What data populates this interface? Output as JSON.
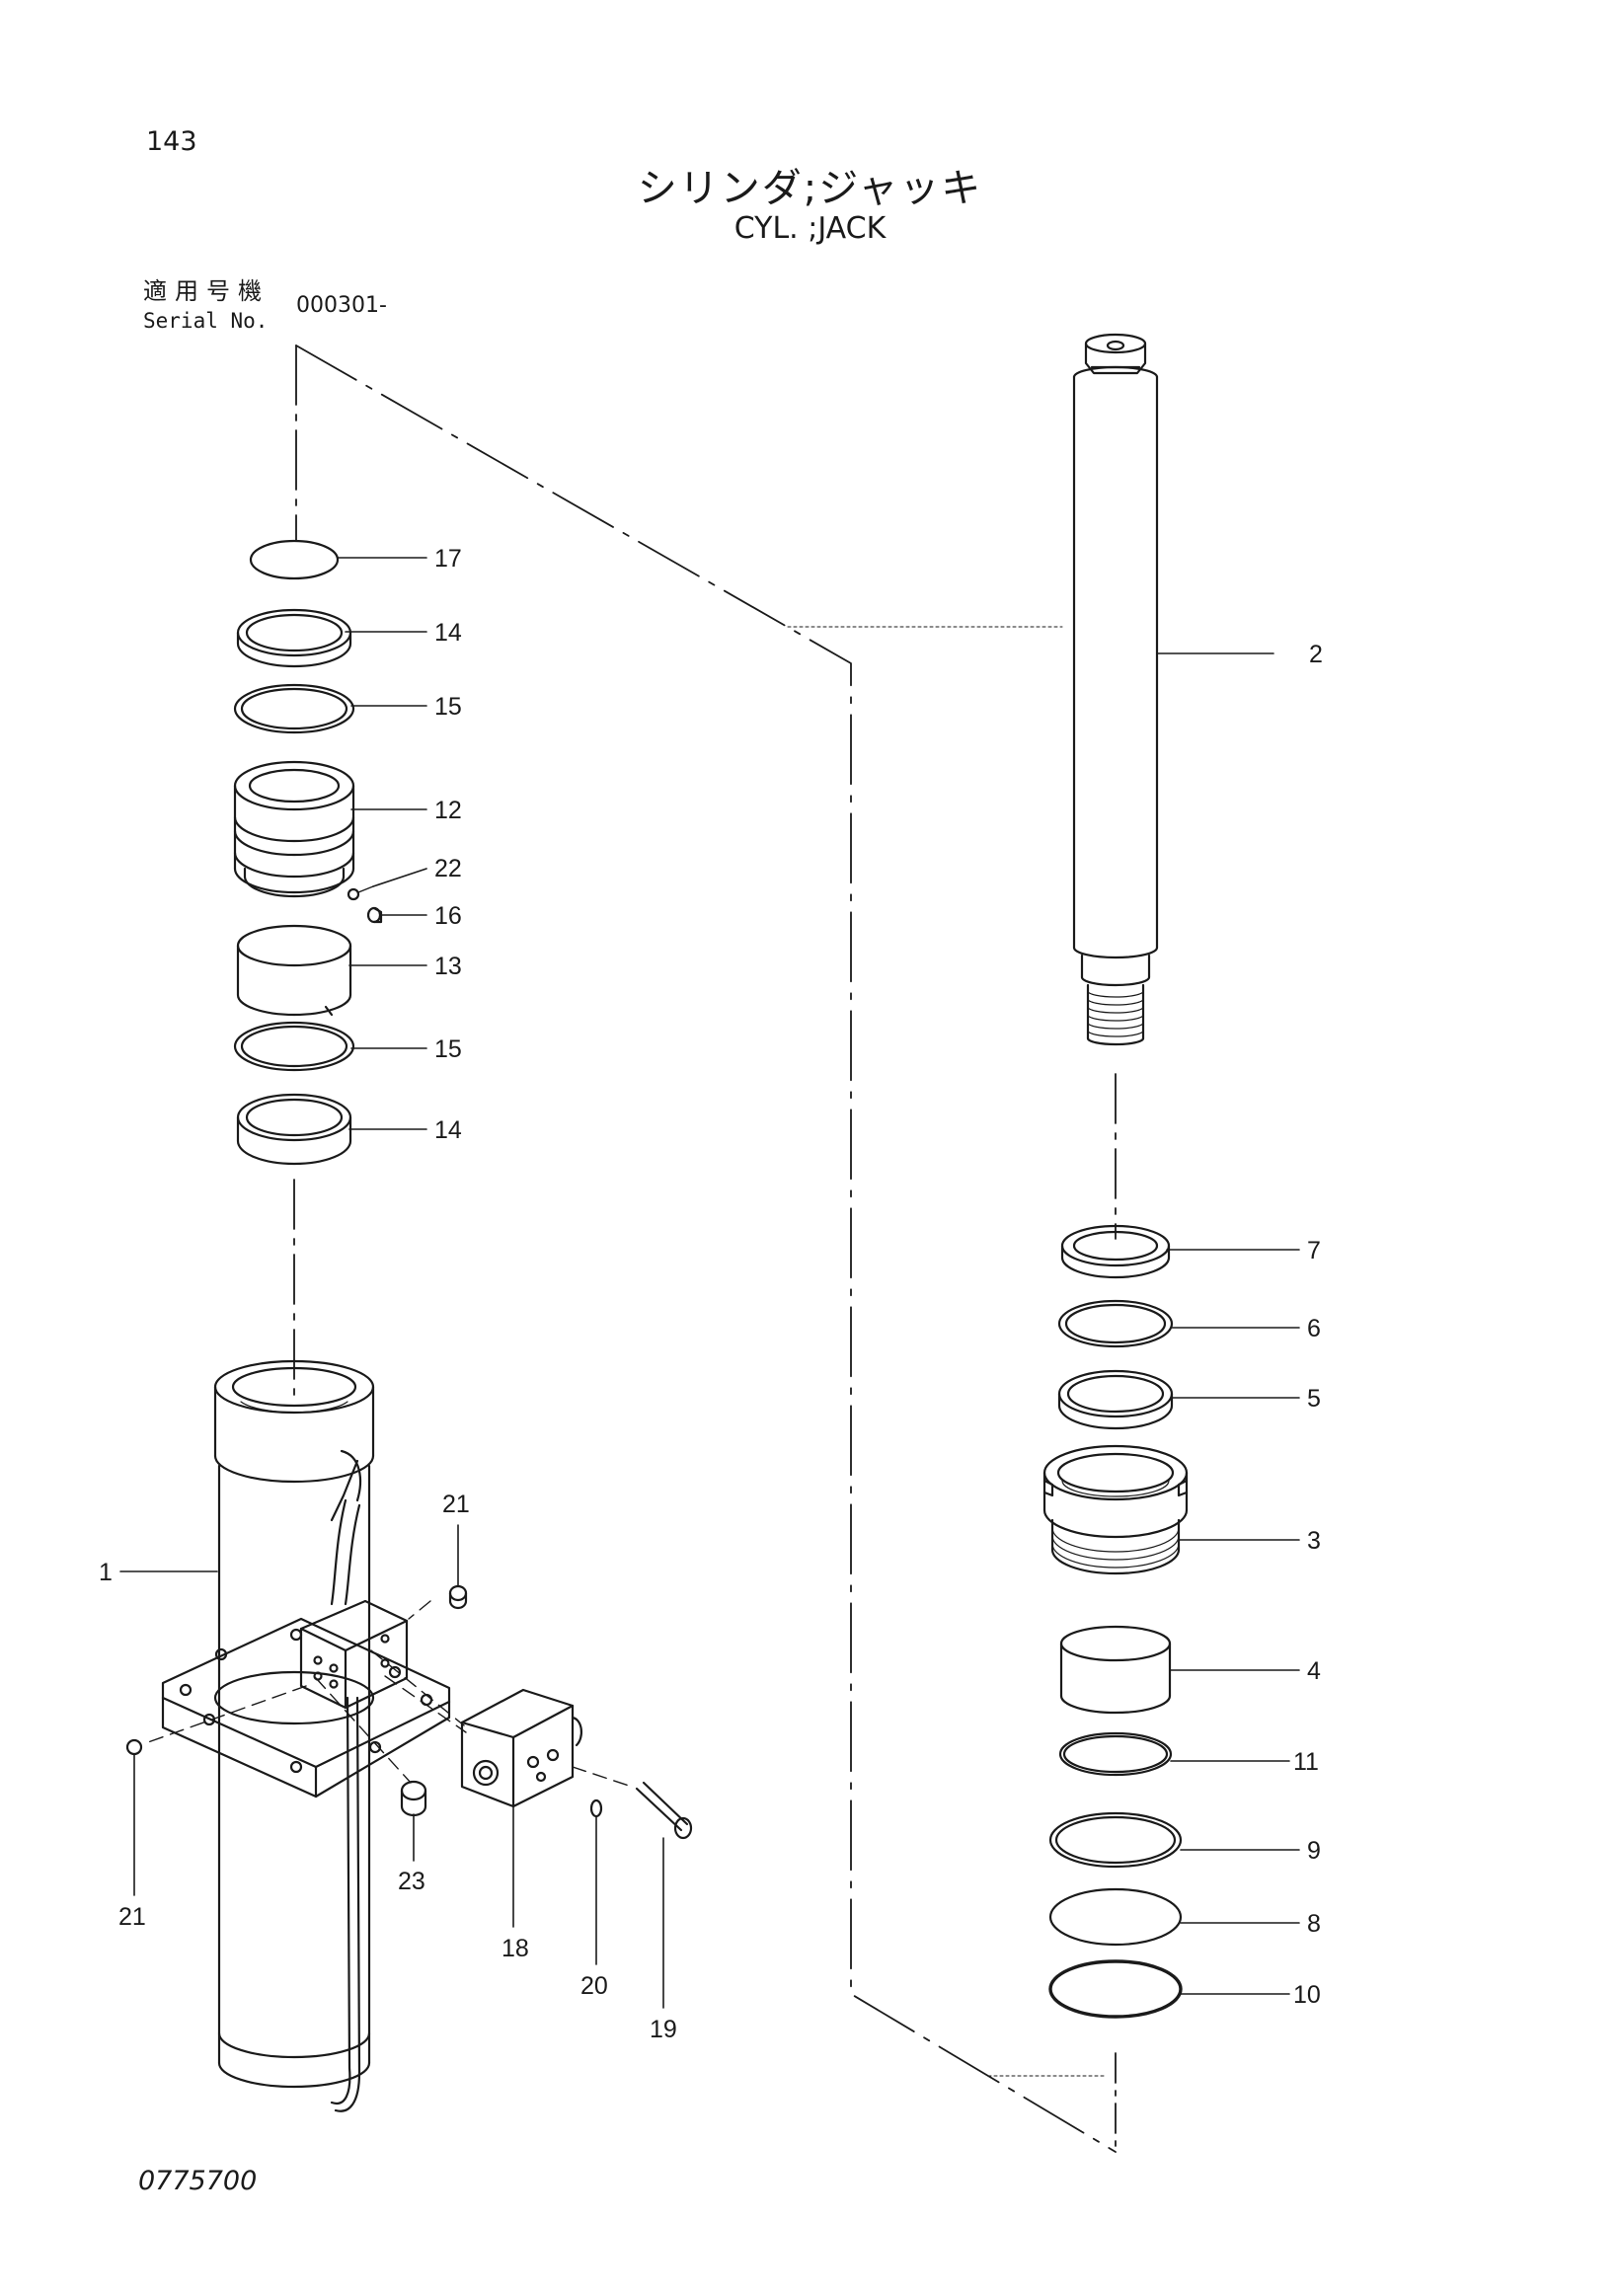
{
  "page_number": "143",
  "title_jp": "シリンダ;ジャッキ",
  "title_en": "CYL. ;JACK",
  "serial": {
    "label_jp": "適用号機",
    "label_en": "Serial No.",
    "value": "000301-"
  },
  "drawing_number": "0775700",
  "callouts": {
    "p17": "17",
    "p14a": "14",
    "p15a": "15",
    "p12": "12",
    "p22": "22",
    "p16": "16",
    "p13": "13",
    "p15b": "15",
    "p14b": "14",
    "p1": "1",
    "p21a": "21",
    "p21b": "21",
    "p23": "23",
    "p18": "18",
    "p20": "20",
    "p19": "19",
    "p2": "2",
    "p7": "7",
    "p6": "6",
    "p5": "5",
    "p3": "3",
    "p4": "4",
    "p11": "11",
    "p9": "9",
    "p8": "8",
    "p10": "10"
  },
  "colors": {
    "ink": "#1a1a1a",
    "paper": "#ffffff"
  }
}
